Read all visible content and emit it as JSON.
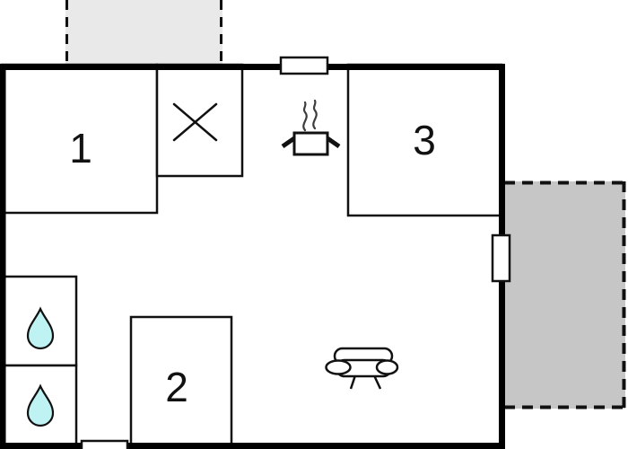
{
  "plan": {
    "title": "floor-plan",
    "rooms": [
      {
        "id": "room-1",
        "label": "1"
      },
      {
        "id": "room-2",
        "label": "2"
      },
      {
        "id": "room-3",
        "label": "3"
      }
    ],
    "icons": [
      {
        "name": "shower-x-icon",
        "meaning": "shower cabin"
      },
      {
        "name": "stove-pot-icon",
        "meaning": "kitchen / cooking area"
      },
      {
        "name": "steam-icon",
        "meaning": "steam above pot"
      },
      {
        "name": "sofa-icon",
        "meaning": "living area sofa"
      },
      {
        "name": "water-drop-icon",
        "meaning": "water fixture / washbasin"
      },
      {
        "name": "water-drop-icon-2",
        "meaning": "water fixture / washbasin"
      }
    ],
    "colors": {
      "background": "#ffffff",
      "wall": "#000000",
      "interior_line": "#111111",
      "terrace_top_fill": "#e9e9e9",
      "terrace_right_fill": "#c5c6c5",
      "water_drop_fill": "#bff3f3",
      "steam_stroke": "#3d3d3d",
      "window_fill": "#ffffff"
    }
  }
}
